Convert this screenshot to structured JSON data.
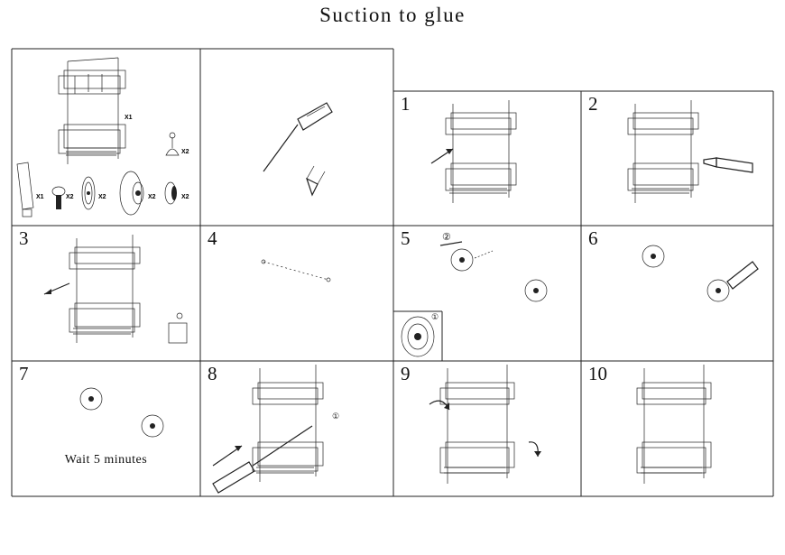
{
  "title": "Suction to glue",
  "parts": {
    "rack_qty": "X1",
    "glue_qty": "X1",
    "screw_qty": "X2",
    "disc_qty": "X2",
    "suction_qty": "X2",
    "cap_qty": "X2",
    "hook_qty": "X2"
  },
  "steps": {
    "s1": "1",
    "s2": "2",
    "s3": "3",
    "s4": "4",
    "s5": "5",
    "s6": "6",
    "s7": "7",
    "s8": "8",
    "s9": "9",
    "s10": "10"
  },
  "step5": {
    "order_a": "②",
    "order_b": "①"
  },
  "step7": {
    "note": "Wait 5 minutes"
  },
  "step8": {
    "order": "①"
  },
  "colors": {
    "line": "#222222",
    "background": "#ffffff"
  }
}
